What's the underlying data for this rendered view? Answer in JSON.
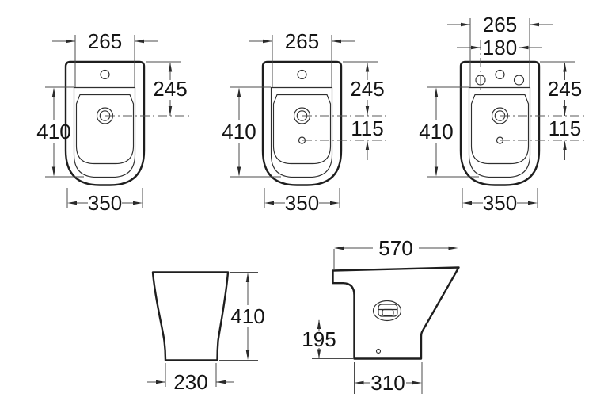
{
  "drawing": {
    "background_color": "#ffffff",
    "line_color": "#1e1e1e",
    "dimension_color": "#4b4b4b",
    "views": {
      "plan_left": {
        "width_top": "265",
        "depth_right": "245",
        "length_left": "410",
        "width_bottom": "350"
      },
      "plan_middle": {
        "width_top": "265",
        "depth_right": "245",
        "spray_hole_offset": "115",
        "length_left": "410",
        "width_bottom": "350"
      },
      "plan_right": {
        "width_top": "265",
        "tap_hole_spacing": "180",
        "depth_right": "245",
        "spray_hole_offset": "115",
        "length_left": "410",
        "width_bottom": "350"
      },
      "front": {
        "height_right": "410",
        "width_bottom": "230"
      },
      "side": {
        "depth_top": "570",
        "outlet_height_left": "195",
        "depth_bottom": "310"
      }
    }
  }
}
